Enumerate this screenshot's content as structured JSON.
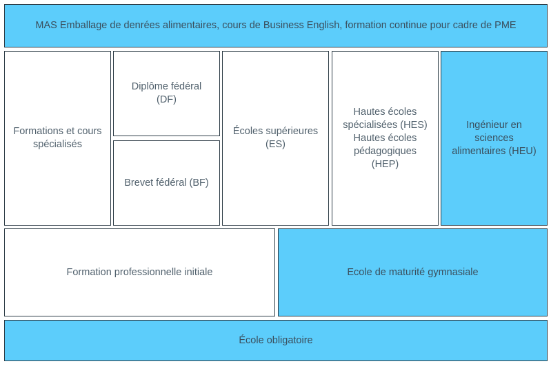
{
  "diagram": {
    "top_banner": "MAS Emballage de denrées alimentaires, cours de Business English, formation continue pour cadre de PME",
    "formations_cours": "Formations et cours spécialisés",
    "diplome_federal": "Diplôme fédéral (DF)",
    "brevet_federal": "Brevet fédéral (BF)",
    "ecoles_superieures": "Écoles supérieures (ES)",
    "hautes_ecoles_line1": "Hautes écoles spécialisées (HES)",
    "hautes_ecoles_line2": "Hautes écoles pédagogiques (HEP)",
    "ingenieur": "Ingénieur en sciences alimentaires (HEU)",
    "formation_professionnelle": "Formation professionnelle initiale",
    "ecole_maturite": "Ecole de maturité gymnasiale",
    "ecole_obligatoire": "École obligatoire"
  },
  "colors": {
    "blue": "#5ccdfb",
    "white": "#ffffff",
    "border": "#2b3a44",
    "text": "#50606c"
  }
}
